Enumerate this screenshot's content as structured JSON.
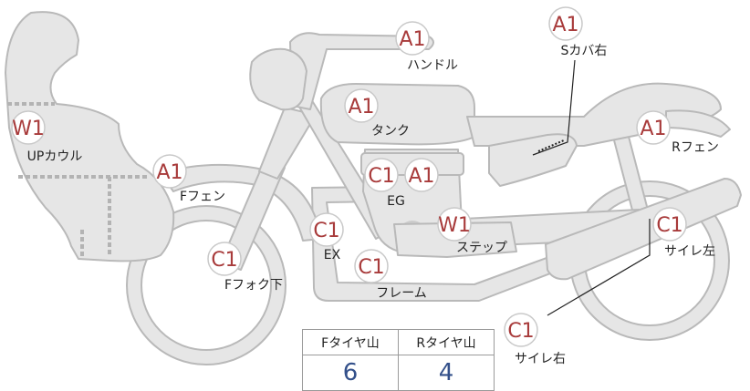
{
  "colors": {
    "part_fill": "#e6e6e6",
    "part_stroke": "#b9b9b9",
    "badge_text": "#a83b3b",
    "label_text": "#222222",
    "table_value": "#33508a"
  },
  "parts": [
    {
      "key": "handle",
      "grade": "A1",
      "label": "ハンドル"
    },
    {
      "key": "s-cover-r",
      "grade": "A1",
      "label": "Sカバ右"
    },
    {
      "key": "tank",
      "grade": "A1",
      "label": "タンク"
    },
    {
      "key": "r-fender",
      "grade": "A1",
      "label": "Rフェン"
    },
    {
      "key": "up-cowl",
      "grade": "W1",
      "label": "UPカウル"
    },
    {
      "key": "f-fender",
      "grade": "A1",
      "label": "Fフェン"
    },
    {
      "key": "eg",
      "grade": "C1",
      "grade2": "A1",
      "label": "EG"
    },
    {
      "key": "ex",
      "grade": "C1",
      "label": "EX"
    },
    {
      "key": "step",
      "grade": "W1",
      "label": "ステップ"
    },
    {
      "key": "silencer-l",
      "grade": "C1",
      "label": "サイレ左"
    },
    {
      "key": "f-fork",
      "grade": "C1",
      "label": "Fフォク下"
    },
    {
      "key": "frame",
      "grade": "C1",
      "label": "フレーム"
    },
    {
      "key": "silencer-r",
      "grade": "C1",
      "label": "サイレ右"
    }
  ],
  "tire_table": {
    "headers": [
      "Fタイヤ山",
      "Rタイヤ山"
    ],
    "values": [
      "6",
      "4"
    ]
  }
}
